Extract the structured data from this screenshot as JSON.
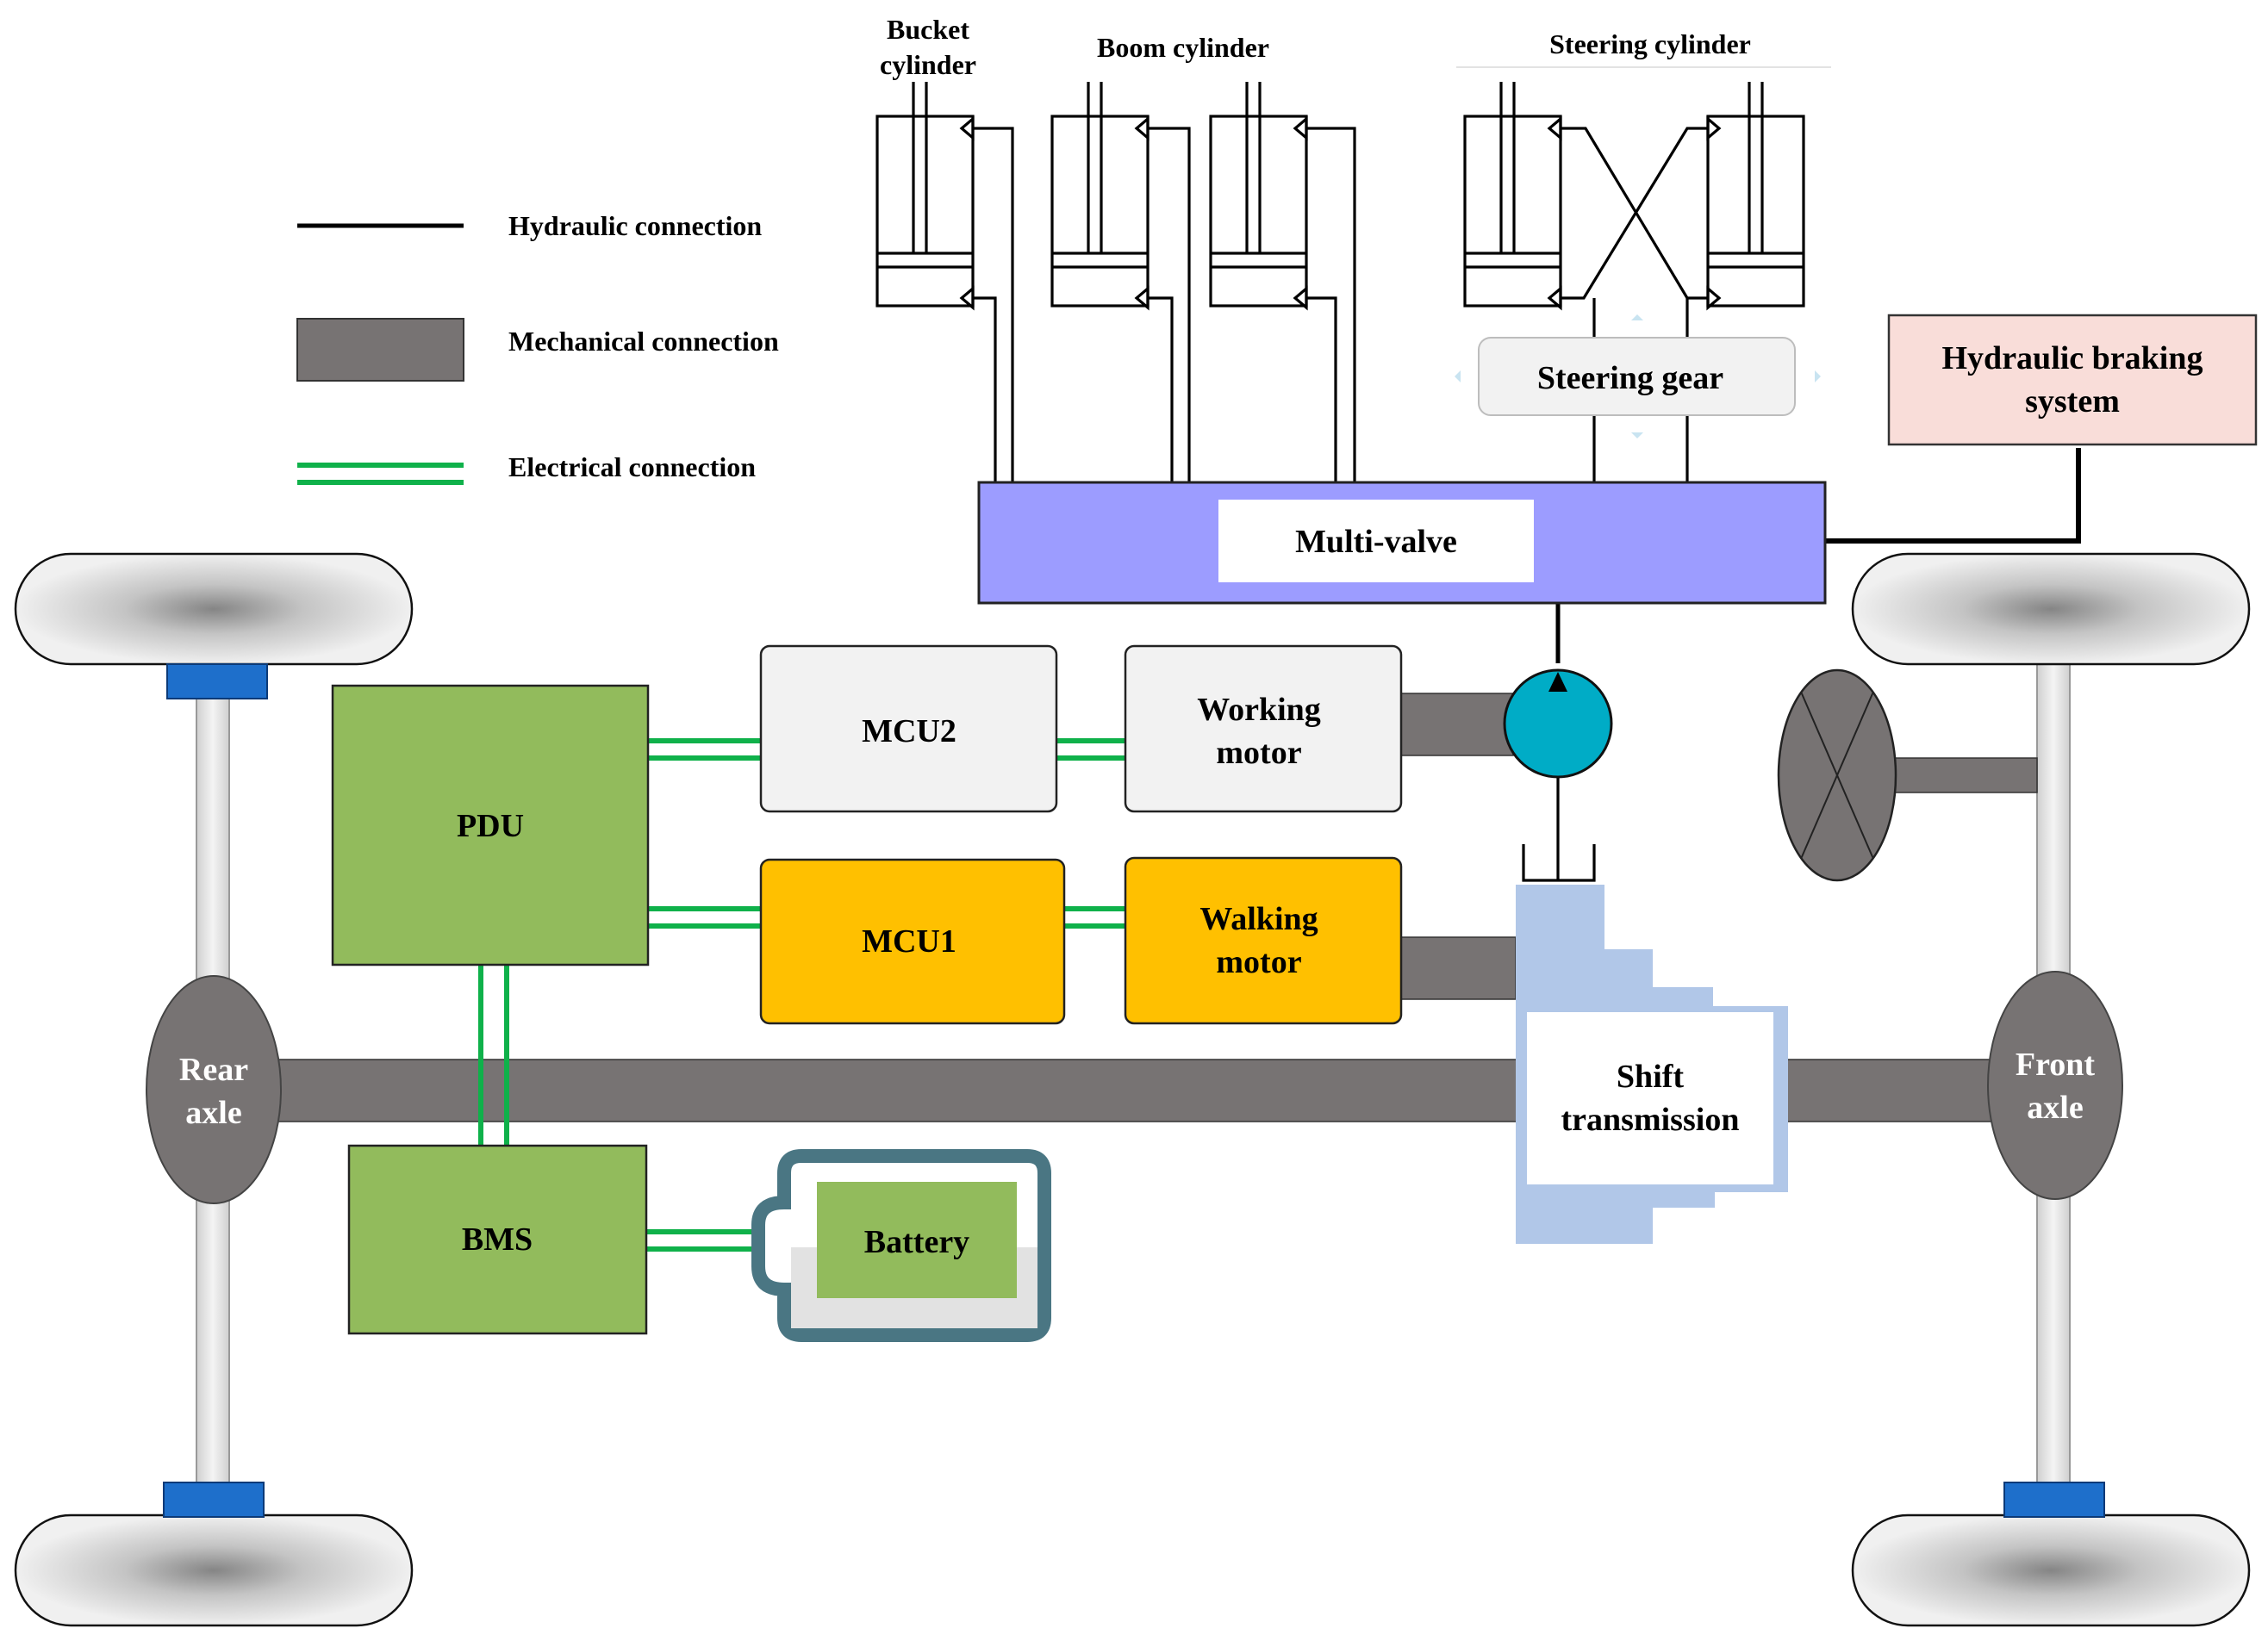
{
  "legend": {
    "hydraulic": "Hydraulic connection",
    "mechanical": "Mechanical connection",
    "electrical": "Electrical connection"
  },
  "cylinders": {
    "bucket_line1": "Bucket",
    "bucket_line2": "cylinder",
    "boom": "Boom cylinder",
    "steering": "Steering cylinder"
  },
  "components": {
    "steering_gear": "Steering gear",
    "braking_line1": "Hydraulic braking",
    "braking_line2": "system",
    "multi_valve": "Multi-valve",
    "mcu2": "MCU2",
    "working_line1": "Working",
    "working_line2": "motor",
    "pdu": "PDU",
    "mcu1": "MCU1",
    "walking_line1": "Walking",
    "walking_line2": "motor",
    "bms": "BMS",
    "battery": "Battery",
    "shift_line1": "Shift",
    "shift_line2": "transmission",
    "rear_line1": "Rear",
    "rear_line2": "axle",
    "front_line1": "Front",
    "front_line2": "axle"
  },
  "colors": {
    "hydraulic": "#000000",
    "mechanical": "#777373",
    "electrical": "#0fb14a",
    "pdu_bms": "#92bb5c",
    "mcu1_walking": "#ffc000",
    "multi_valve": "#9c9cff",
    "braking": "#f9ddd9",
    "transmission": "#b1c7e8",
    "pump": "#00acc6",
    "hub": "#1e6fcb"
  }
}
